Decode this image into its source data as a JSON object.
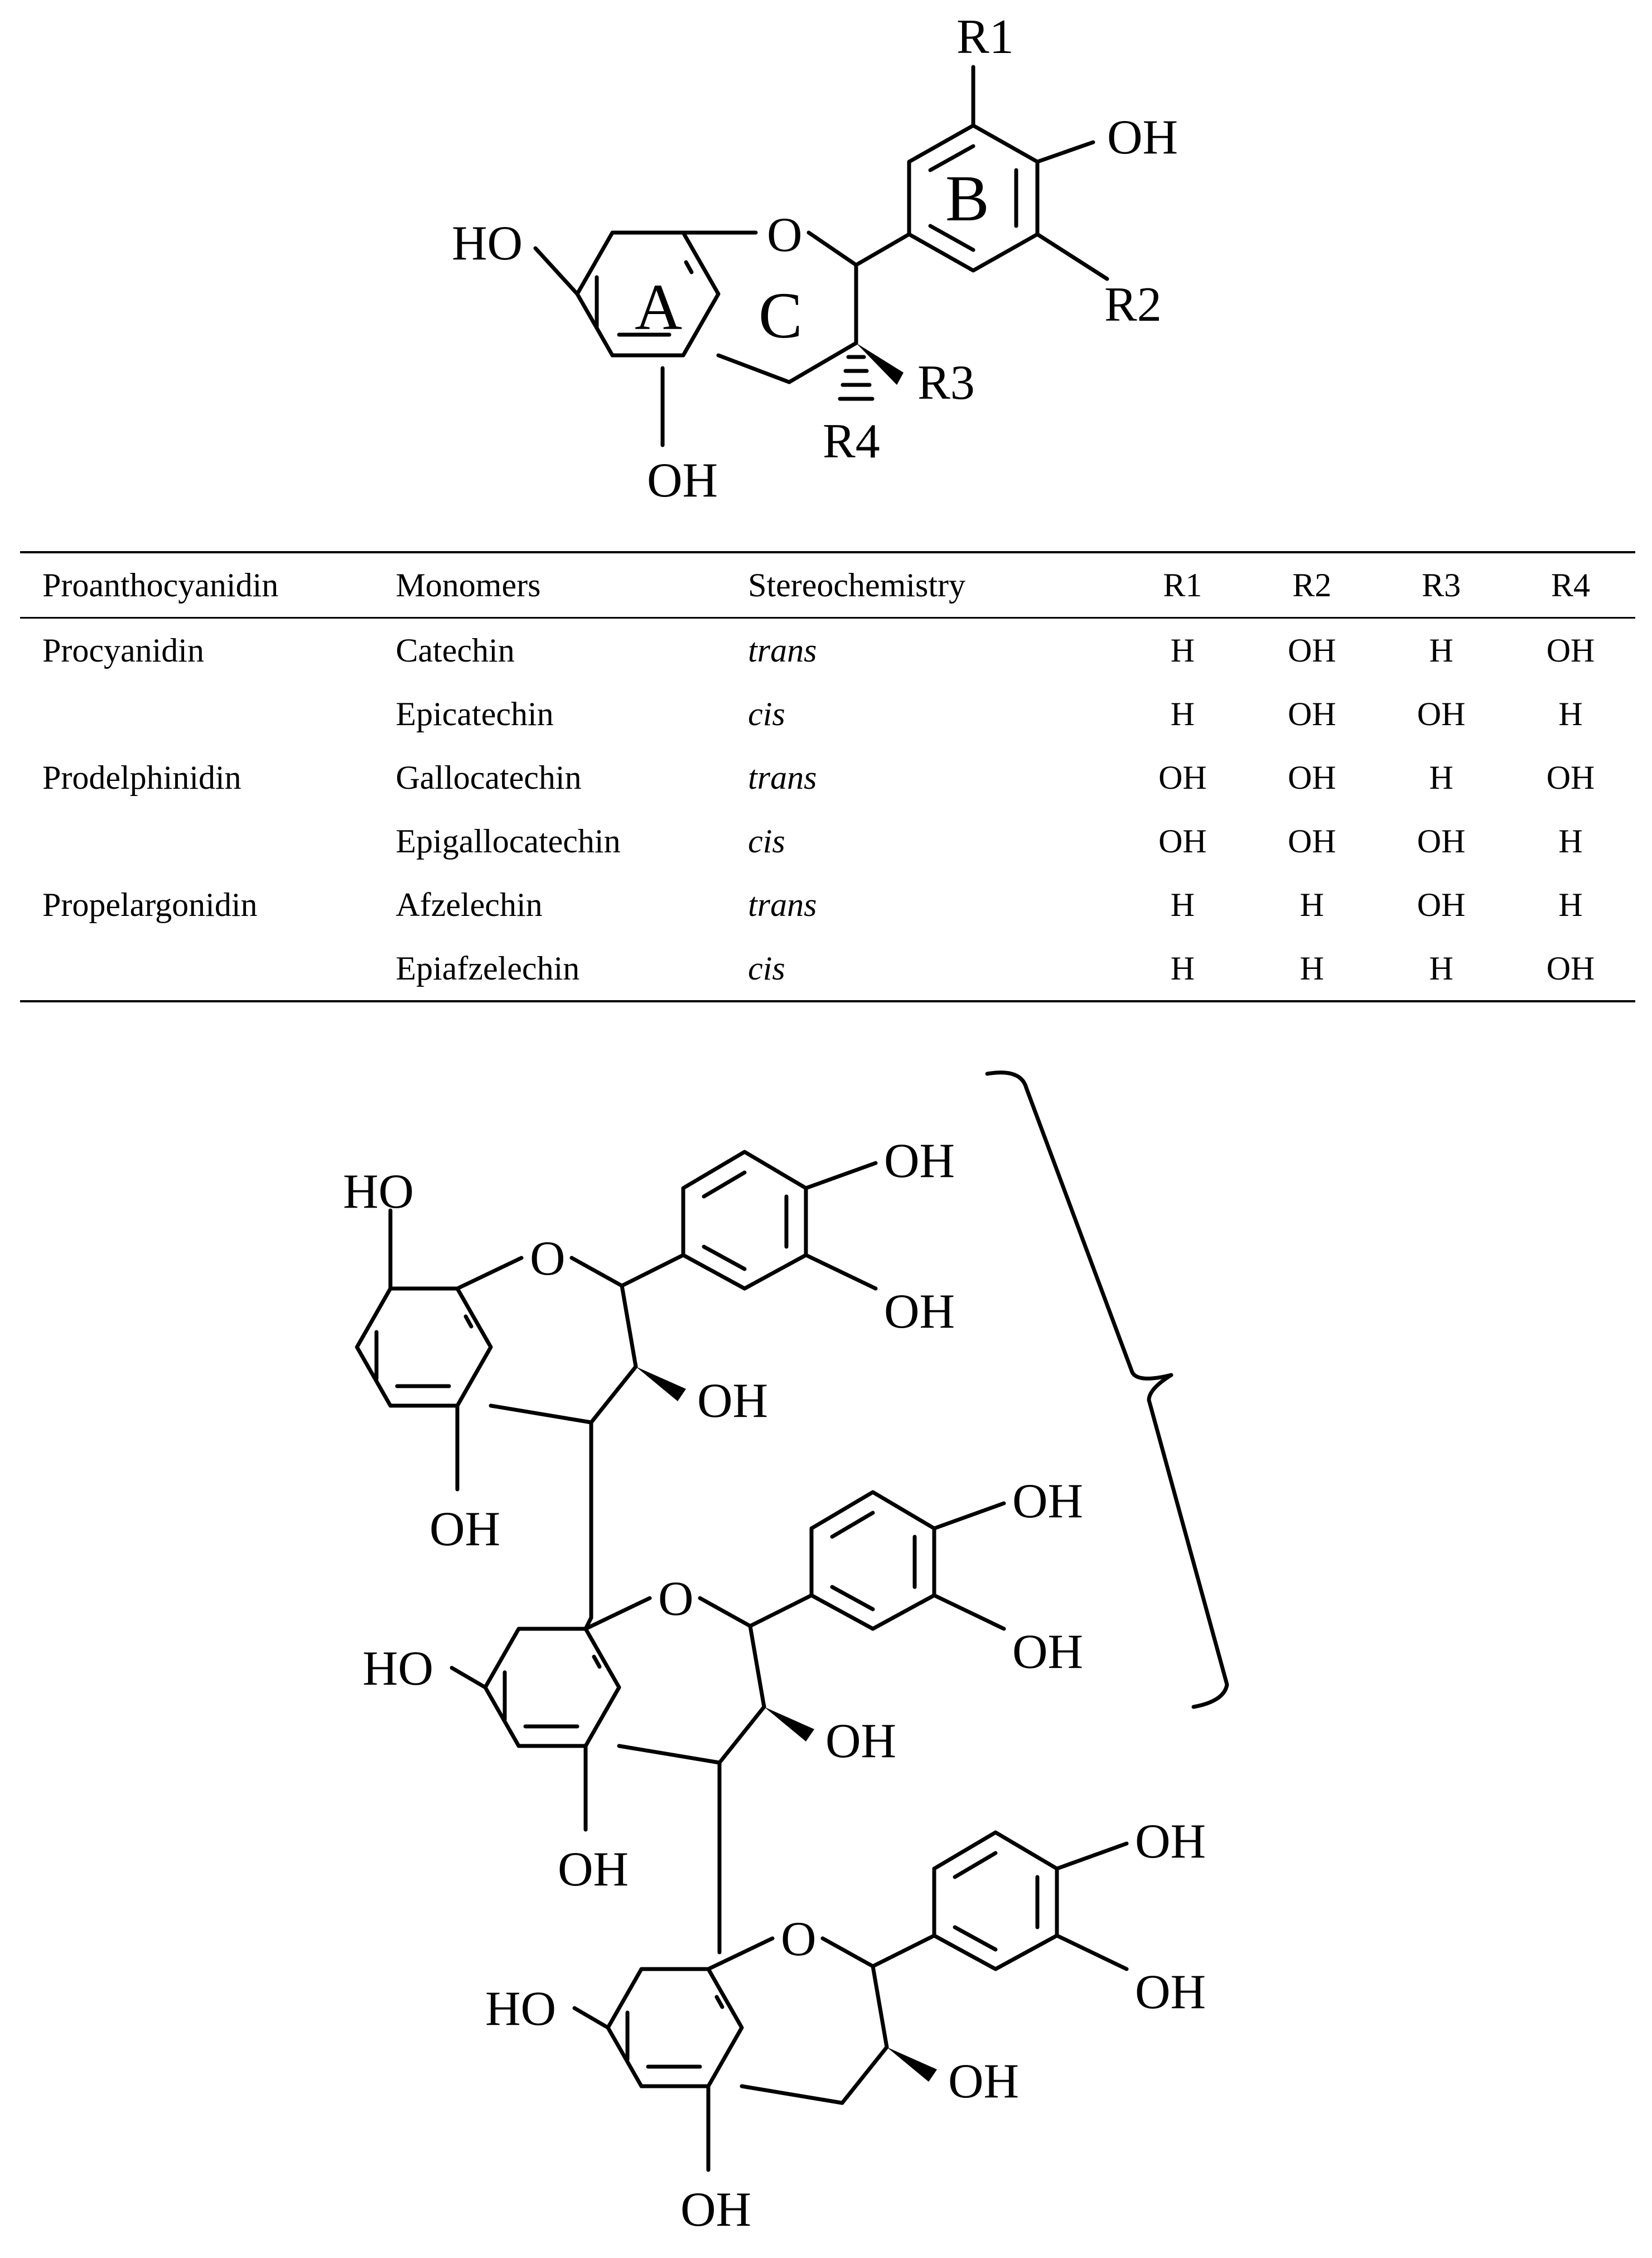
{
  "monomer_structure": {
    "ring_labels": [
      "A",
      "C",
      "B"
    ],
    "atoms": {
      "oxygen": "O",
      "ho_left": "HO",
      "oh_bottom": "OH",
      "oh_b_ring": "OH",
      "r1": "R1",
      "r2": "R2",
      "r3": "R3",
      "r4": "R4"
    }
  },
  "table": {
    "headers": [
      "Proanthocyanidin",
      "Monomers",
      "Stereochemistry",
      "R1",
      "R2",
      "R3",
      "R4"
    ],
    "rows": [
      [
        "Procyanidin",
        "Catechin",
        "trans",
        "H",
        "OH",
        "H",
        "OH"
      ],
      [
        "",
        "Epicatechin",
        "cis",
        "H",
        "OH",
        "OH",
        "H"
      ],
      [
        "Prodelphinidin",
        "Gallocatechin",
        "trans",
        "OH",
        "OH",
        "H",
        "OH"
      ],
      [
        "",
        "Epigallocatechin",
        "cis",
        "OH",
        "OH",
        "OH",
        "H"
      ],
      [
        "Propelargonidin",
        "Afzelechin",
        "trans",
        "H",
        "H",
        "OH",
        "H"
      ],
      [
        "",
        "Epiafzelechin",
        "cis",
        "H",
        "H",
        "H",
        "OH"
      ]
    ]
  },
  "trimer_structure": {
    "oxygen": "O",
    "ho": "HO",
    "oh": "OH"
  }
}
